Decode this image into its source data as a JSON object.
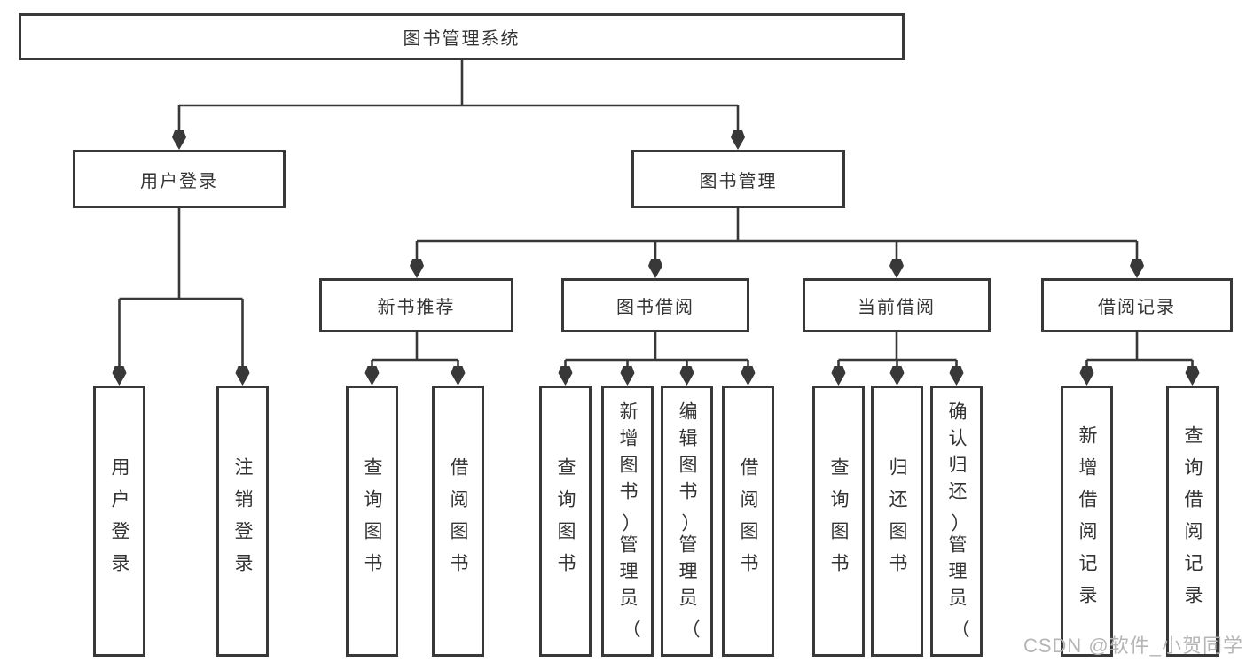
{
  "colors": {
    "line": "#383838",
    "border": "#383838",
    "text": "#333333",
    "background": "#ffffff",
    "watermark": "#b5b5b5"
  },
  "diagram": {
    "root": {
      "label": "图书管理系统"
    },
    "branches": [
      {
        "label": "用户登录",
        "leaves": [
          "用户登录",
          "注销登录"
        ]
      },
      {
        "label": "图书管理",
        "groups": [
          {
            "label": "新书推荐",
            "leaves": [
              "查询图书",
              "借阅图书"
            ]
          },
          {
            "label": "图书借阅",
            "leaves": [
              "查询图书",
              "新增图书（管理员）",
              "编辑图书（管理员）",
              "借阅图书"
            ]
          },
          {
            "label": "当前借阅",
            "leaves": [
              "查询图书",
              "归还图书",
              "确认归还（管理员）"
            ]
          },
          {
            "label": "借阅记录",
            "leaves": [
              "新增借阅记录",
              "查询借阅记录"
            ]
          }
        ]
      }
    ]
  },
  "watermark": {
    "text": "CSDN @软件_小贺同学"
  }
}
